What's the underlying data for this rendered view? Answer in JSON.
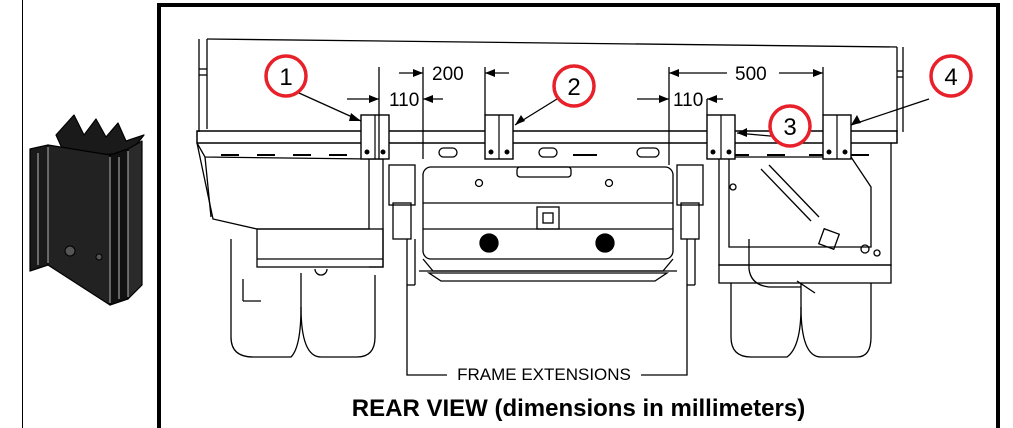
{
  "callouts": {
    "c1": "1",
    "c2": "2",
    "c3": "3",
    "c4": "4"
  },
  "dimensions": {
    "d200": "200",
    "d500": "500",
    "d110_left": "110",
    "d110_right": "110"
  },
  "labels": {
    "frame_extensions": "FRAME EXTENSIONS"
  },
  "caption": "REAR VIEW (dimensions in millimeters)",
  "colors": {
    "callout_ring": "#e8202a",
    "line": "#000000",
    "background": "#ffffff"
  }
}
